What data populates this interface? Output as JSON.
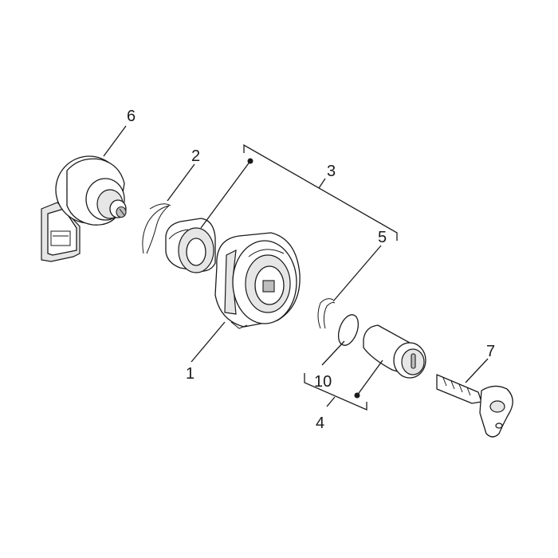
{
  "labels": {
    "p1": "1",
    "p2": "2",
    "p3": "3",
    "p4": "4",
    "p5": "5",
    "p6": "6",
    "p7": "7",
    "p10": "10"
  },
  "colors": {
    "stroke": "#1a1a1a",
    "fill": "#ffffff",
    "shade": "#e6e6e6",
    "dark": "#bdbdbd"
  }
}
